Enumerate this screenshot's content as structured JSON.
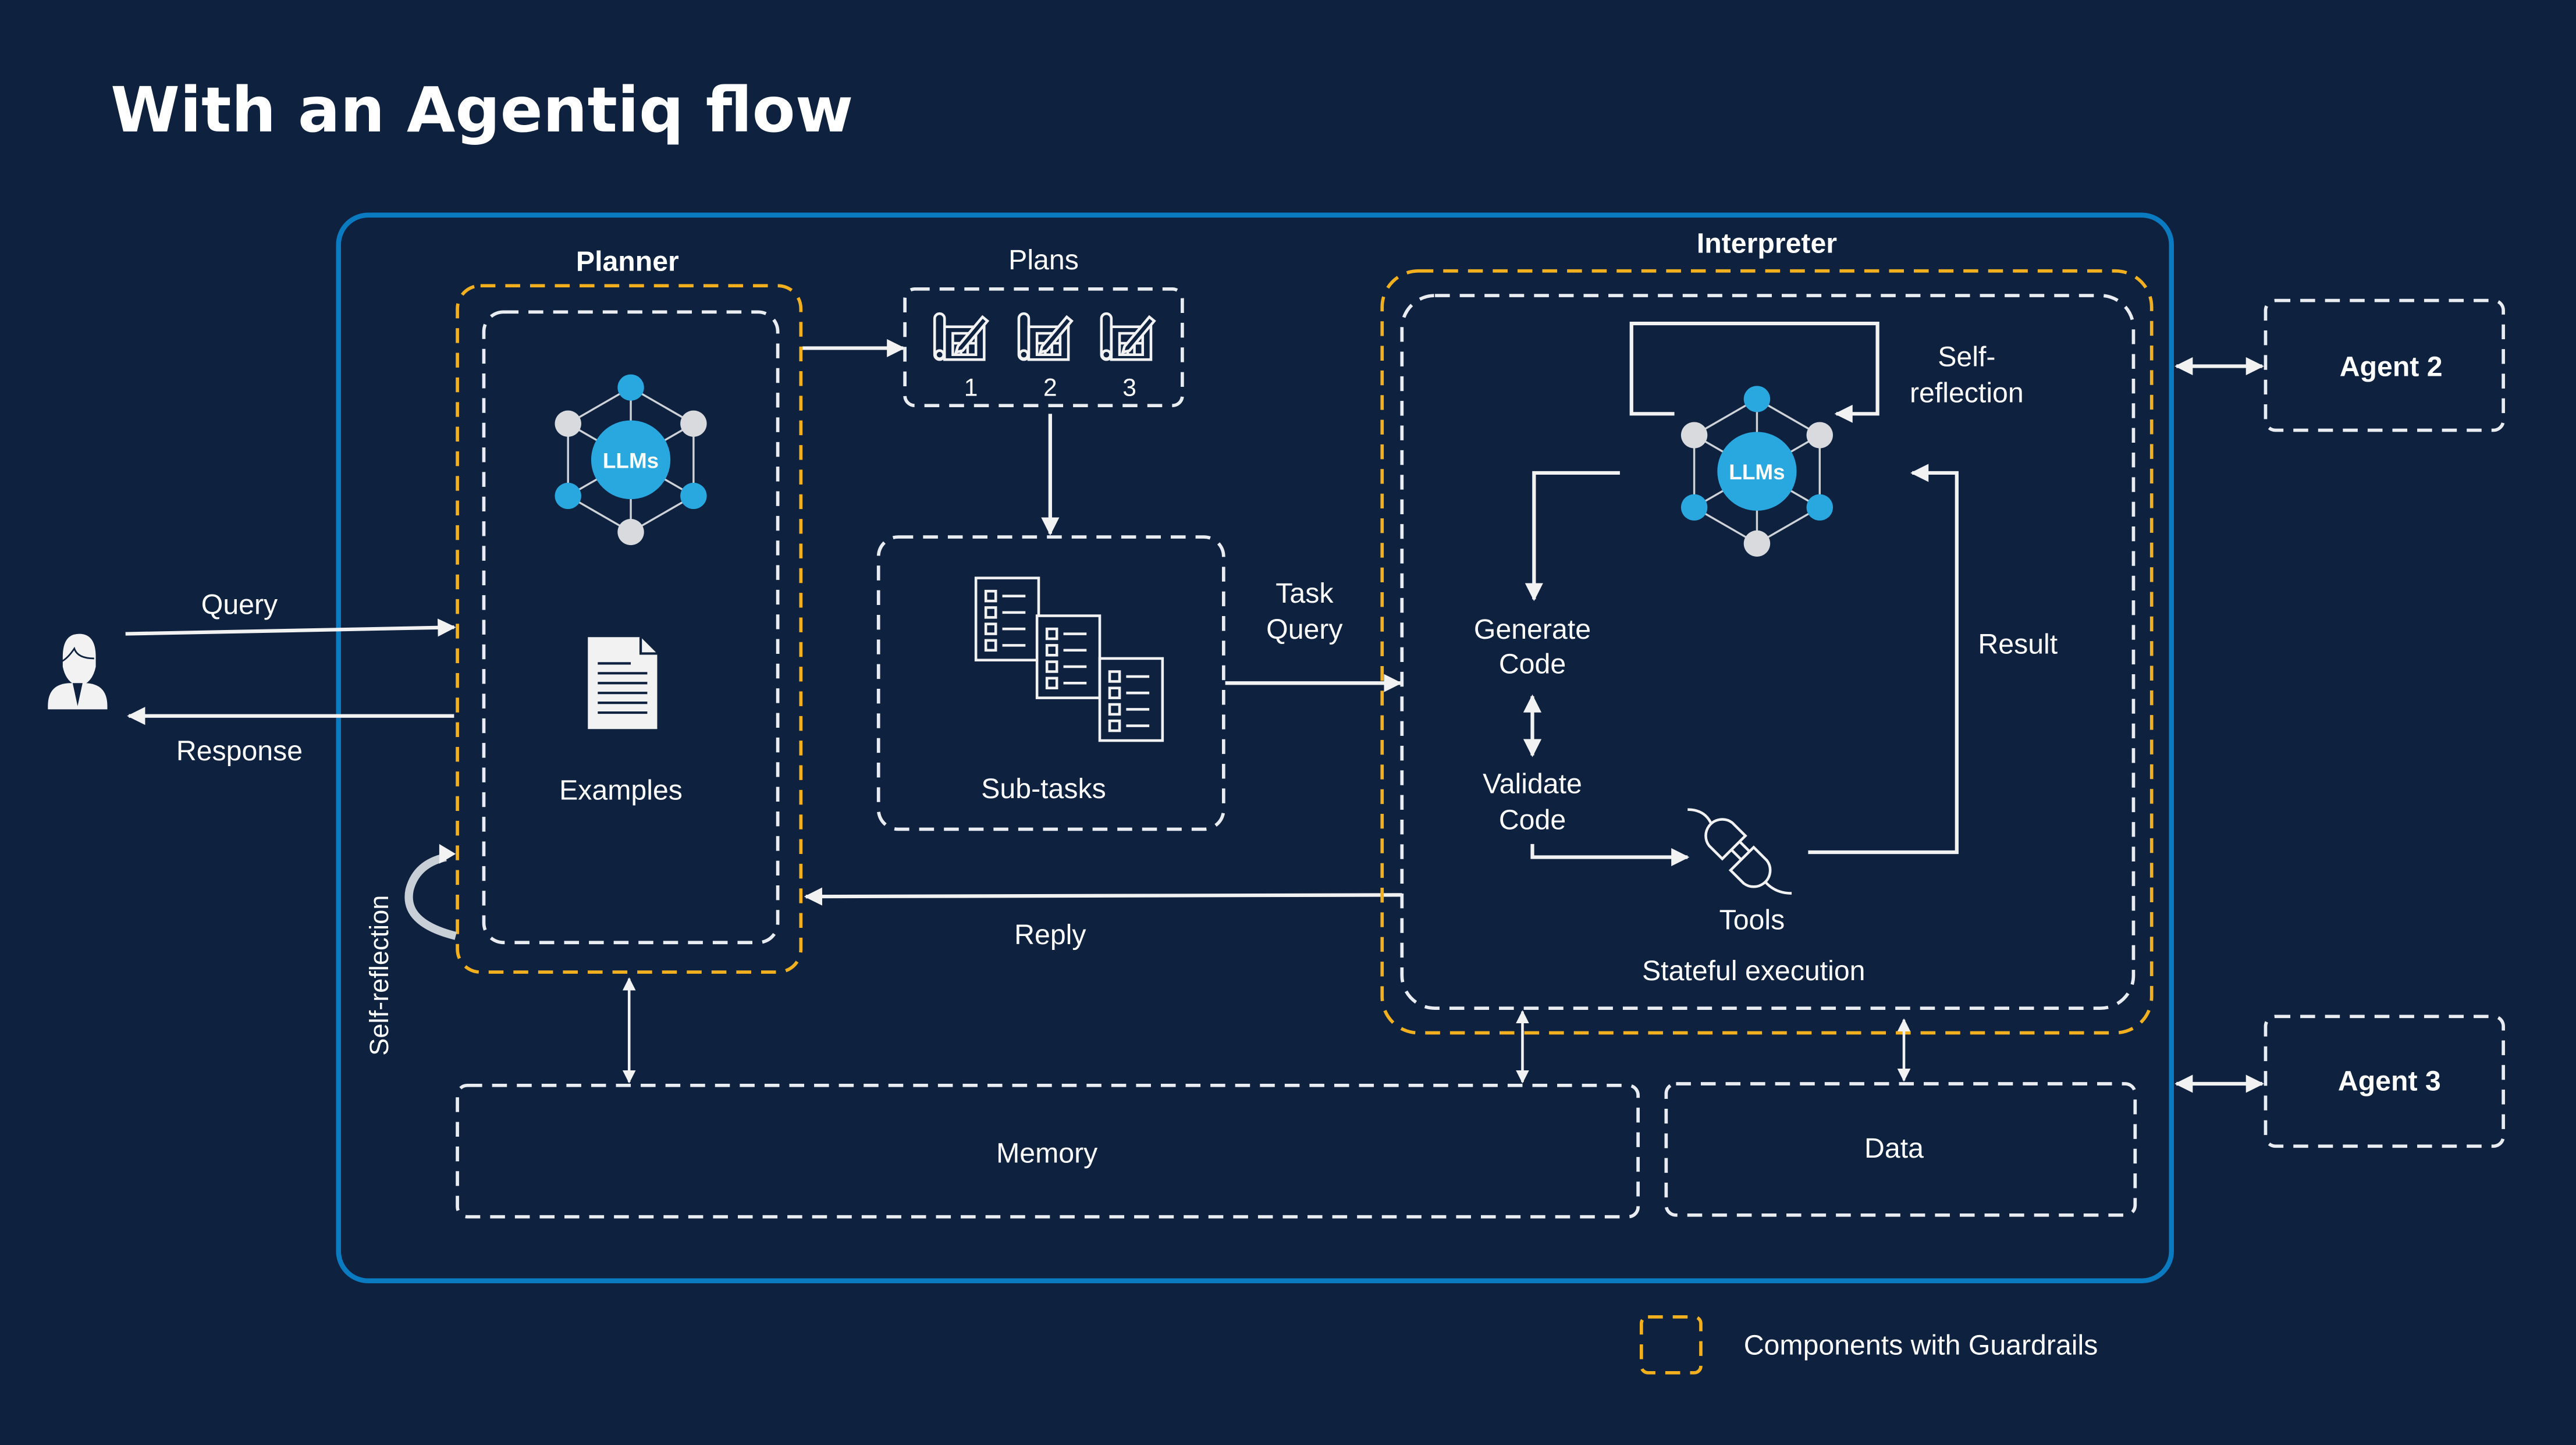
{
  "title": "With an Agentiq flow",
  "colors": {
    "background": "#0e2240",
    "system_border": "#0a7bc0",
    "guardrail": "#f2b01e",
    "llm_node_blue": "#29a8e0",
    "llm_node_grey": "#d8dade",
    "line": "#f2f2f2"
  },
  "user": {
    "icon": "user-icon",
    "query_label": "Query",
    "response_label": "Response"
  },
  "planner": {
    "heading": "Planner",
    "llm_label": "LLMs",
    "examples_label": "Examples",
    "self_reflection_label": "Self-reflection"
  },
  "plans": {
    "heading": "Plans",
    "items": [
      "1",
      "2",
      "3"
    ]
  },
  "subtasks": {
    "label": "Sub-tasks",
    "task_query_line1": "Task",
    "task_query_line2": "Query",
    "reply_label": "Reply"
  },
  "interpreter": {
    "heading": "Interpreter",
    "llm_label": "LLMs",
    "self_reflection_line1": "Self-",
    "self_reflection_line2": "reflection",
    "generate_line1": "Generate",
    "generate_line2": "Code",
    "validate_line1": "Validate",
    "validate_line2": "Code",
    "result_label": "Result",
    "tools_label": "Tools",
    "stateful_label": "Stateful execution"
  },
  "memory": {
    "label": "Memory"
  },
  "data": {
    "label": "Data"
  },
  "agents": [
    {
      "label": "Agent 2"
    },
    {
      "label": "Agent 3"
    }
  ],
  "legend": {
    "label": "Components with Guardrails"
  }
}
